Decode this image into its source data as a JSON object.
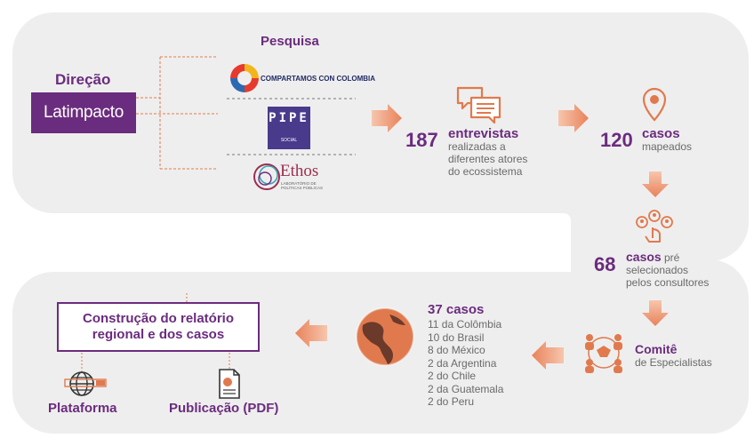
{
  "direction": {
    "title": "Direção",
    "logo_text": "Latimpacto"
  },
  "research": {
    "title": "Pesquisa",
    "partners": [
      {
        "name": "COMPARTAMOS CON COLOMBIA"
      },
      {
        "name": "PIPE",
        "sub": "SOCIAL"
      },
      {
        "name": "Ethos",
        "sub1": "LABORATÓRIO DE",
        "sub2": "POLÍTICAS PÚBLICAS"
      }
    ]
  },
  "interviews": {
    "number": "187",
    "label": "entrevistas",
    "desc": [
      "realizadas a",
      "diferentes atores",
      "do ecossistema"
    ]
  },
  "mapped": {
    "number": "120",
    "label": "casos",
    "desc": "mapeados"
  },
  "preselected": {
    "number": "68",
    "label": "casos",
    "desc_inline": "pré",
    "desc": [
      "selecionados",
      "pelos consultores"
    ]
  },
  "committee": {
    "label": "Comitê",
    "desc": "de Especialistas"
  },
  "cases": {
    "title": "37 casos",
    "items": [
      "11 da Colômbia",
      "10 do Brasil",
      "8 do México",
      "2 da Argentina",
      "2 do Chile",
      "2 da Guatemala",
      "2 do Peru"
    ]
  },
  "report": {
    "lines": [
      "Construção do relatório",
      "regional e dos casos"
    ]
  },
  "outputs": {
    "platform": "Plataforma",
    "publication": "Publicação (PDF)"
  },
  "colors": {
    "purple": "#6a2c7e",
    "orange": "#e07a4e",
    "background": "#efeeee"
  }
}
